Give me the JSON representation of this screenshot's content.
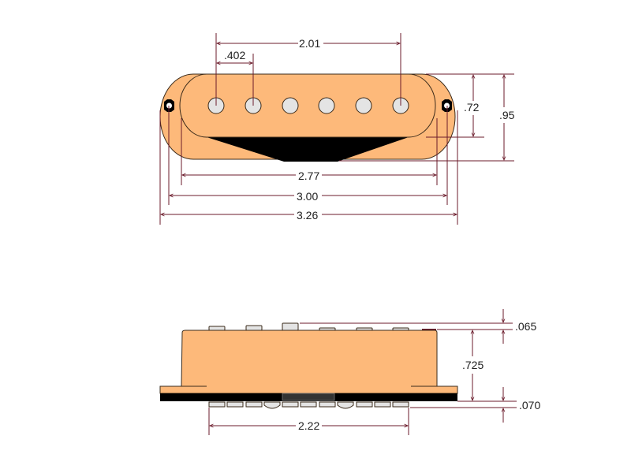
{
  "colors": {
    "cover": "#FDB97A",
    "outline": "#3a2a1a",
    "dimension_line": "#6B1B2B",
    "pole_piece": "#E4E4E4",
    "baseplate": "#000000",
    "baseplate_center": "#333333",
    "background": "#FFFFFF"
  },
  "top_view": {
    "title": "Single-coil pickup top view",
    "pole_count": 6,
    "dimensions": {
      "pole_span_outer": "2.01",
      "pole_spacing": ".402",
      "cover_width": ".72",
      "overall_width": ".95",
      "cover_length": "2.77",
      "mount_hole_spacing": "3.00",
      "overall_length": "3.26"
    }
  },
  "side_view": {
    "title": "Single-coil pickup side view",
    "dimensions": {
      "pole_protrusion": ".065",
      "cover_height": ".725",
      "baseplate_thickness": ".070",
      "bottom_pole_span": "2.22"
    }
  }
}
